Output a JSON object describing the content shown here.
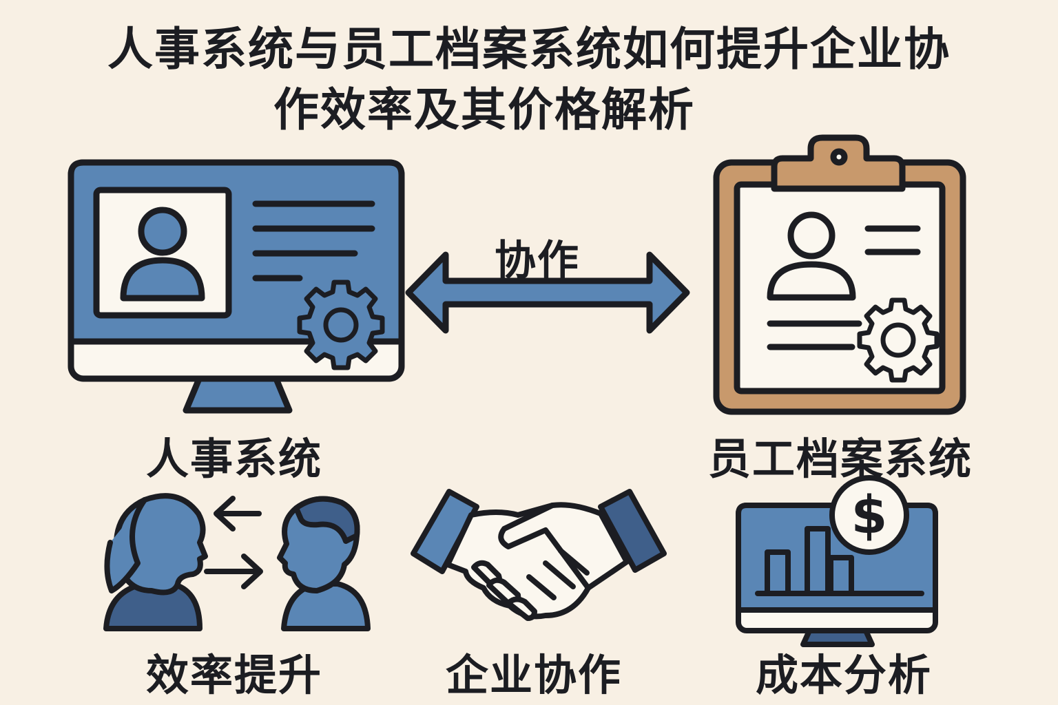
{
  "title": {
    "line1": "人事系统与员工档案系统如何提升企业协",
    "line2": "作效率及其价格解析"
  },
  "arrow_label": "协作",
  "top_items": [
    {
      "label": "人事系统",
      "icon": "computer-profile-gear-icon"
    },
    {
      "label": "员工档案系统",
      "icon": "clipboard-profile-gear-icon"
    }
  ],
  "bottom_items": [
    {
      "label": "效率提升",
      "icon": "people-exchange-icon"
    },
    {
      "label": "企业协作",
      "icon": "handshake-icon"
    },
    {
      "label": "成本分析",
      "icon": "monitor-chart-dollar-icon"
    }
  ],
  "colors": {
    "background": "#f8f0e4",
    "blue": "#5a86b5",
    "dark_blue": "#3f5f8a",
    "tan": "#c8996c",
    "outline": "#1c1d22",
    "paper": "#fbf7ef"
  }
}
